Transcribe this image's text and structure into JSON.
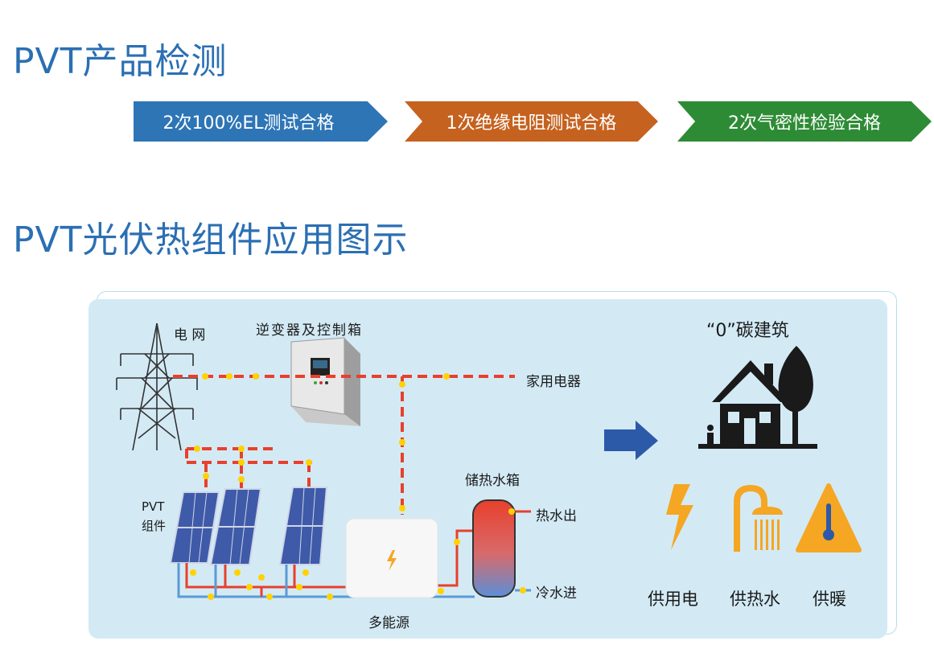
{
  "headings": {
    "inspection": "PVT产品检测",
    "application": "PVT光伏热组件应用图示"
  },
  "steps": [
    {
      "label": "2次100%EL测试合格",
      "color": "#2e75b6"
    },
    {
      "label": "1次绝缘电阻测试合格",
      "color": "#c5621f"
    },
    {
      "label": "2次气密性检验合格",
      "color": "#2e8b35"
    }
  ],
  "diagram": {
    "grid": "电 网",
    "inverter": "逆变器及控制箱",
    "appliances": "家用电器",
    "tank": "储热水箱",
    "hot_out": "热水出",
    "cold_in": "冷水进",
    "pvt_line1": "PVT",
    "pvt_line2": "组件",
    "energy_source": "多能源",
    "zero_carbon": "“0”碳建筑",
    "outputs": [
      "供用电",
      "供热水",
      "供暖"
    ]
  },
  "colors": {
    "title_blue": "#2b6fb3",
    "panel_bg": "#d3eaf5",
    "electric_line": "#e8402c",
    "water_line": "#5b9bd5",
    "arrow_dot": "#ffd200",
    "icon_orange": "#f5a623",
    "icon_dark": "#1a1a1a"
  }
}
